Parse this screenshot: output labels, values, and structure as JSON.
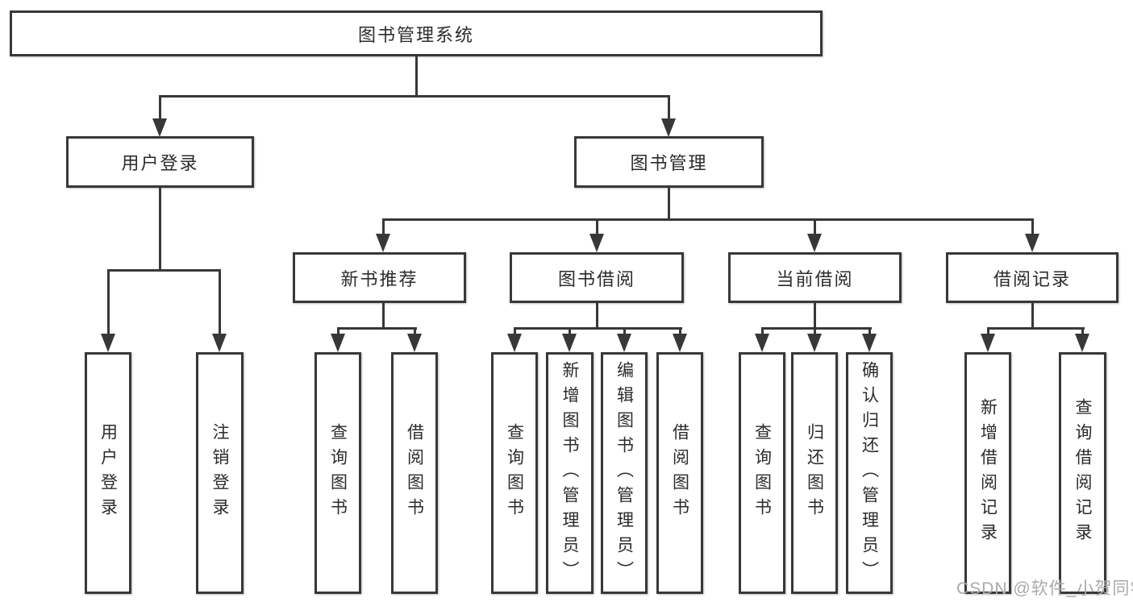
{
  "watermark": "CSDN @软件_小贺同学",
  "colors": {
    "line": "#383838",
    "text": "#2b2b2b",
    "watermark": "#a9a9a9",
    "background": "#ffffff"
  },
  "tree": {
    "label": "图书管理系统",
    "children": [
      {
        "label": "用户登录",
        "children": [
          {
            "label": "用户登录"
          },
          {
            "label": "注销登录"
          }
        ]
      },
      {
        "label": "图书管理",
        "children": [
          {
            "label": "新书推荐",
            "children": [
              {
                "label": "查询图书"
              },
              {
                "label": "借阅图书"
              }
            ]
          },
          {
            "label": "图书借阅",
            "children": [
              {
                "label": "查询图书"
              },
              {
                "label": "新增图书（管理员）"
              },
              {
                "label": "编辑图书（管理员）"
              },
              {
                "label": "借阅图书"
              }
            ]
          },
          {
            "label": "当前借阅",
            "children": [
              {
                "label": "查询图书"
              },
              {
                "label": "归还图书"
              },
              {
                "label": "确认归还（管理员）"
              }
            ]
          },
          {
            "label": "借阅记录",
            "children": [
              {
                "label": "新增借阅记录"
              },
              {
                "label": "查询借阅记录"
              }
            ]
          }
        ]
      }
    ]
  }
}
